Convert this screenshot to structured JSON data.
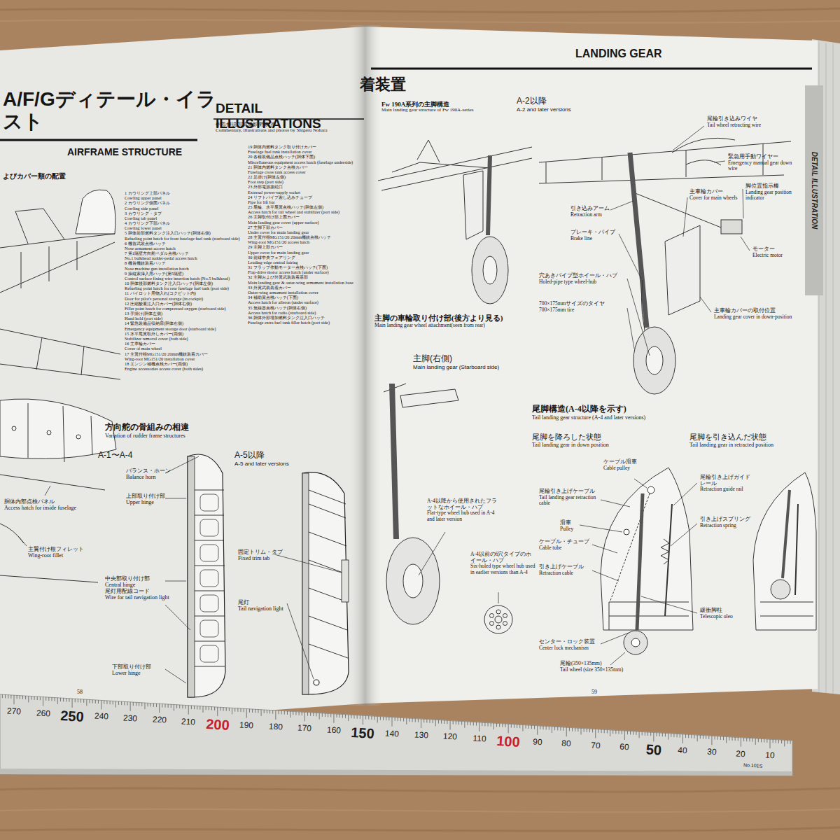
{
  "diagram": {
    "nodes": [
      {
        "text": [
          "DETAIL ILLUSTRATION"
        ]
      }
    ],
    "labels": [
      "A/F/Gディテール・イラスト",
      "DETAIL ILLUSTRATIONS",
      "作図/解説/写真撮影/野原 茂",
      "Commentary, illustrations and photos by Shigeru Nohara",
      "AIRFRAME STRUCTURE",
      "よびカバー類の配置",
      "1 カウリング上部パネル",
      "Cowling upper panel",
      "2 カウリング側面パネル",
      "Cowling side panel",
      "3 カウリング・タブ",
      "Cowling tab panel",
      "4 カウリング下部パネル",
      "Cowling lower panel",
      "5 胴体前部燃料タンク注入口ハッチ(胴体右側)",
      "Refueling point hatch for front fuselage fuel tank (starboard side)",
      "6 機首武装点検ハッチ",
      "Nose armament access hatch",
      "7 第1隔壁方向舵ペダル点検ハッチ",
      "No.1 bulkhead rudder-pedal access hatch",
      "8 機首機銃装着ハッチ",
      "Nose machine gun installation hatch",
      "9 操縦索挿入用ハッチ(第5隔壁)",
      "Control surface fixing wire insertion hatch (No.5 bulkhead)",
      "10 胴体後部燃料タンク注入口ハッチ(胴体左側)",
      "Refueling point hatch for rear fuselage fuel tank (port side)",
      "11 パイロット用物入れ(コクピット内)",
      "Door for pilot's personal storage (in cockpit)",
      "12 圧縮酸素注入口カバー(胴体右側)",
      "Filler point hatch for compressed oxygen (starboard side)",
      "13 手掛け(胴体左側)",
      "Hand hold (port side)",
      "14 緊急装備品収納扉(胴体右側)",
      "Emergency equipment storage door (starboard side)",
      "15 水平尾翼取外しカバー(両側)",
      "Stabilizer removal cover (both side)",
      "16 主車輪カバー",
      "Cover of main wheel",
      "17 主翼付根MG151/20 20mm機銃装着カバー",
      "Wing-root MG151/20 installation cover",
      "18 エンジン補機点検カバー(両側)",
      "Engine accessories access cover (both sides)",
      "19 胴体内燃料タンク取り付けカバー",
      "Fuselage fuel tank installation cover",
      "20 各種装備品点検ハッチ(胴体下面)",
      "Miscellaneous equipment access hatch (fuselage underside)",
      "21 胴体内燃料タンク点検カバー",
      "Fuselage cross tank access cover",
      "22 足掛け(胴体左側)",
      "Foot step (port side)",
      "23 外部電源接続口",
      "External power-supply socket",
      "24 リフトパイプ差し込みチューブ",
      "Pipe for lift bar",
      "25 尾輪、水平尾翼点検ハッチ(胴体左側)",
      "Access hatch for tail wheel and stabilizer (port side)",
      "26 主脚取付け部上面カバー",
      "Main landing gear cover (upper surface)",
      "27 主脚下部カバー",
      "Under cover for main landing gear",
      "28 主翼付根MG151/20 20mm機銃点検ハッチ",
      "Wing-root MG151/20 access hatch",
      "29 主脚上部カバー",
      "Upper cover for main landing gear",
      "30 前縁中央フェアリング",
      "Leading-edge central fairing",
      "31 フラップ作動モーター点検ハッチ(下面)",
      "Flap-drive motor access hatch (under surface)",
      "32 主脚および外翼武装装着基部",
      "Main landing gear & outer-wing armament installation base",
      "33 外翼武装装着カバー",
      "Outer-wing armament installation cover",
      "34 補助翼点検ハッチ(下面)",
      "Access hatch for aileron (under surface)",
      "35 無線器点検ハッチ(胴体右側)",
      "Access hatch for radio (starboard side)",
      "36 胴体外部増加燃料タンク注入口ハッチ",
      "Fuselage extra fuel tank filler hatch (port side)",
      "方向舵の骨組みの相違",
      "Variation of rudder frame structures",
      "A-1〜A-4",
      "A-5以降",
      "A-5 and later versions",
      "バランス・ホーン",
      "Balance horn",
      "上部取り付け部",
      "Upper hinge",
      "中央部取り付け部",
      "Central hinge",
      "尾灯用配線コード",
      "Wire for tail navigation light",
      "下部取り付け部",
      "Lower hinge",
      "固定トリム・タブ",
      "Fixed trim tab",
      "尾灯",
      "Tail navigation light",
      "胴体内部点検パネル",
      "Access hatch for inside fuselage",
      "主翼付け根フィレット",
      "Wing-root fillet",
      "58",
      "LANDING GEAR",
      "着装置",
      "Fw 190A系列の主脚構造",
      "Main landing gear structure of Fw 190A-series",
      "A-2以降",
      "A-2 and later versions",
      "尾輪引き込みワイヤ",
      "Tail wheel retracting wire",
      "緊急用手動ワイヤー",
      "Emergency manual gear down wire",
      "脚位置指示棒",
      "Landing gear position indicator",
      "引き込みアーム",
      "Retraction arm",
      "ブレーキ・パイプ",
      "Brake line",
      "主車輪カバー",
      "Cover for main wheels",
      "モーター",
      "Electric motor",
      "穴あきパイプ型ホイール・ハブ",
      "Holed-pipe type wheel-hub",
      "700×175mmサイズのタイヤ",
      "700×175mm tire",
      "主車輪カバーの取付位置",
      "Landing gear cover in down-position",
      "主脚の車輪取り付け部(後方より見る)",
      "Main landing gear wheel attachment(seen from rear)",
      "主脚(右側)",
      "Main landing gear (Starboard side)",
      "A-4以降から使用されたフラットなホイール・ハブ",
      "Flat-type wheel hub used in A-4 and later version",
      "A-4以前の6穴タイプのホイール・ハブ",
      "Six-holed type wheel hub used in earlier versions than A-4",
      "尾脚構造(A-4以降を示す)",
      "Tail landing gear structure (A-4 and later versions)",
      "尾脚を降ろした状態",
      "Tail landing gear in down position",
      "尾脚を引き込んだ状態",
      "Tail landing gear in retracted position",
      "ケーブル滑車",
      "Cable pulley",
      "尾輪引き上げケーブル",
      "Tail landing gear retraction cable",
      "滑車",
      "Pulley",
      "ケーブル・チューブ",
      "Cable tube",
      "引き上げケーブル",
      "Retraction cable",
      "センター・ロック装置",
      "Center lock mechanism",
      "尾輪(350×135mm)",
      "Tail wheel (size 350×135mm)",
      "尾輪引き上げガイドレール",
      "Retraction guide rail",
      "引き上げスプリング",
      "Retraction spring",
      "緩衝脚柱",
      "Telescopic oleo",
      "59",
      "10",
      "20",
      "30",
      "40",
      "50",
      "60",
      "70",
      "80",
      "90",
      "100",
      "110",
      "120",
      "130",
      "140",
      "150",
      "160",
      "170",
      "180",
      "190",
      "200",
      "210",
      "220",
      "230",
      "240",
      "250",
      "260",
      "270",
      "No.101S"
    ]
  }
}
